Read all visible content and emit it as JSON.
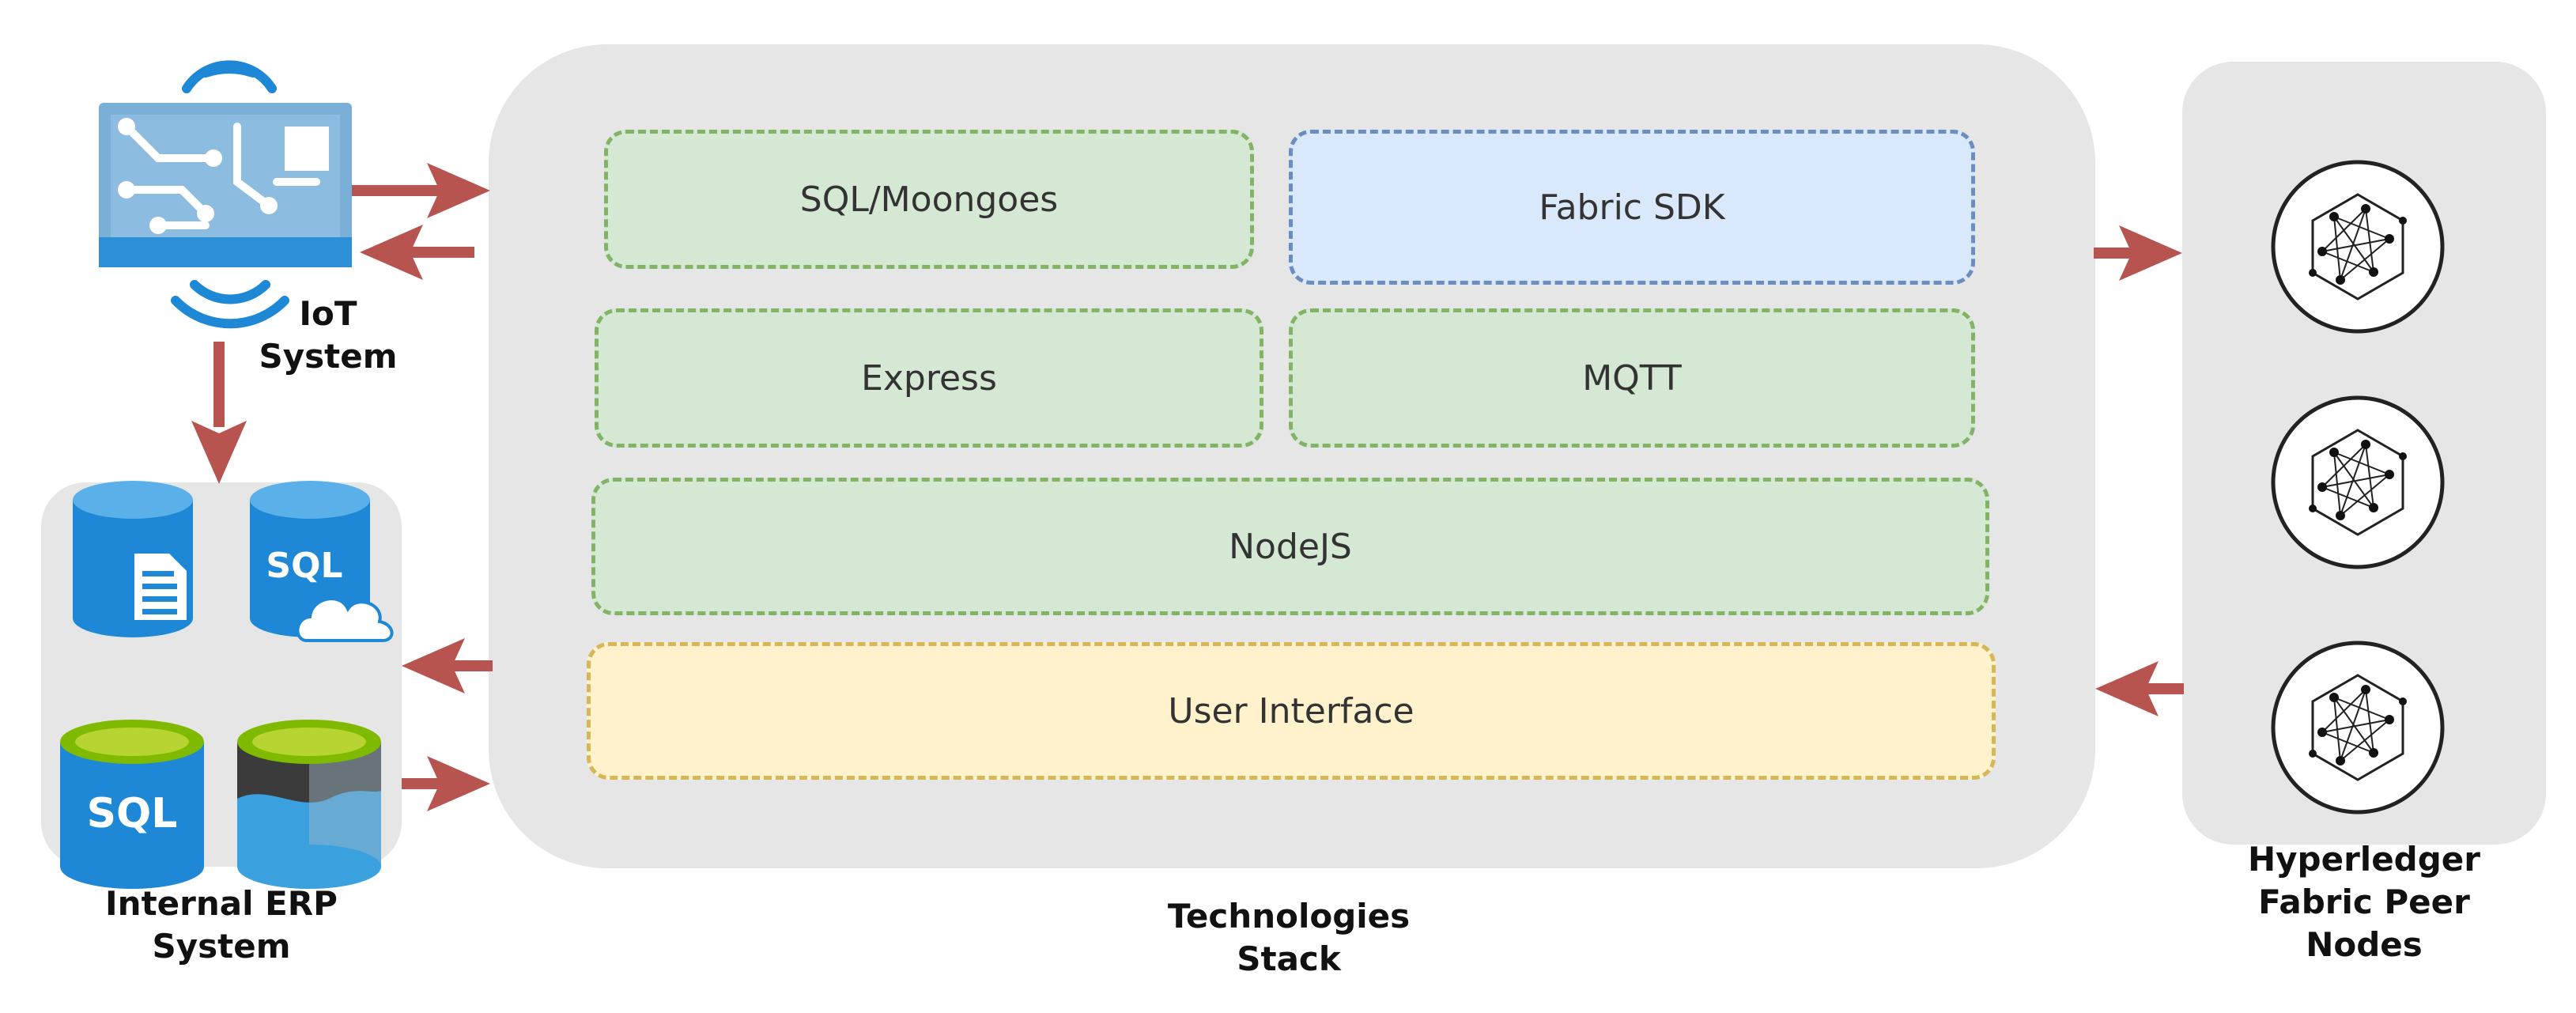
{
  "iot": {
    "line1": "IoT",
    "line2": "System"
  },
  "erp": {
    "line1": "Internal ERP",
    "line2": "System",
    "sql_small": "SQL",
    "sql_large": "SQL"
  },
  "stack": {
    "line1": "Technologies",
    "line2": "Stack",
    "boxes": {
      "sql": "SQL/Moongoes",
      "fabric_sdk": "Fabric SDK",
      "express": "Express",
      "mqtt": "MQTT",
      "nodejs": "NodeJS",
      "ui": "User Interface"
    }
  },
  "hyperledger": {
    "line1": "Hyperledger",
    "line2": "Fabric Peer",
    "line3": "Nodes"
  },
  "colors": {
    "arrow": "#b85450",
    "panel": "#e6e6e6",
    "green_fill": "#d5e8d4",
    "green_stroke": "#82b366",
    "blue_fill": "#dae8fc",
    "blue_stroke": "#6c8ebf",
    "yellow_fill": "#fff2cc",
    "yellow_stroke": "#d6b656",
    "azure_blue": "#1e88d6"
  },
  "icons": [
    "iot-circuit-icon",
    "document-database-icon",
    "sql-cloud-database-icon",
    "sql-database-icon",
    "data-lake-icon",
    "hyperledger-node-icon"
  ]
}
